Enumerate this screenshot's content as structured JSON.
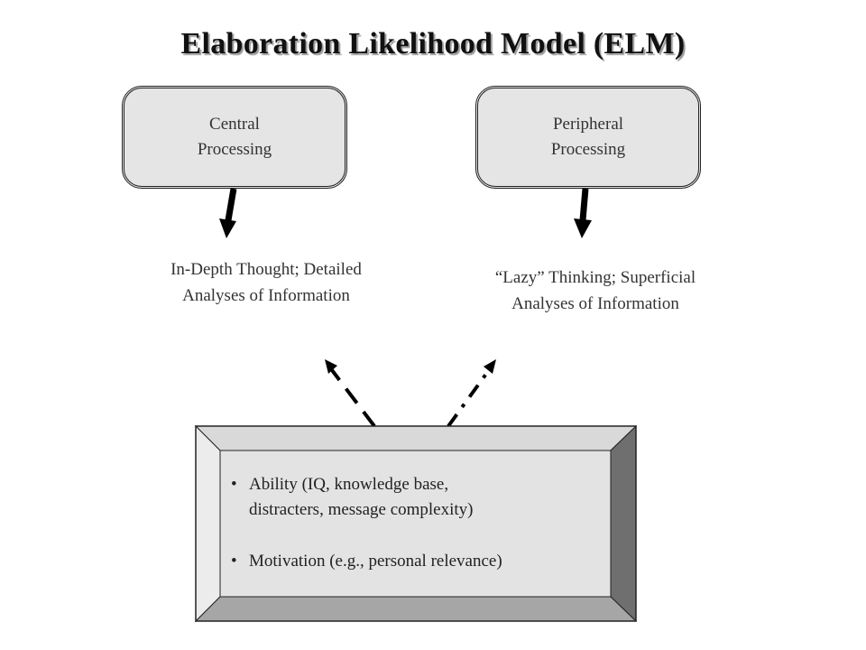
{
  "title": "Elaboration Likelihood Model (ELM)",
  "central": {
    "line1": "Central",
    "line2": "Processing"
  },
  "peripheral": {
    "line1": "Peripheral",
    "line2": "Processing"
  },
  "central_result": {
    "line1": "In-Depth Thought; Detailed",
    "line2": "Analyses of Information"
  },
  "peripheral_result": {
    "line1": "“Lazy” Thinking; Superficial",
    "line2": "Analyses of Information"
  },
  "factors": {
    "bullet": "•",
    "ability_line1": "Ability (IQ, knowledge base,",
    "ability_line2": "distracters, message complexity)",
    "motivation": "Motivation (e.g., personal relevance)"
  }
}
